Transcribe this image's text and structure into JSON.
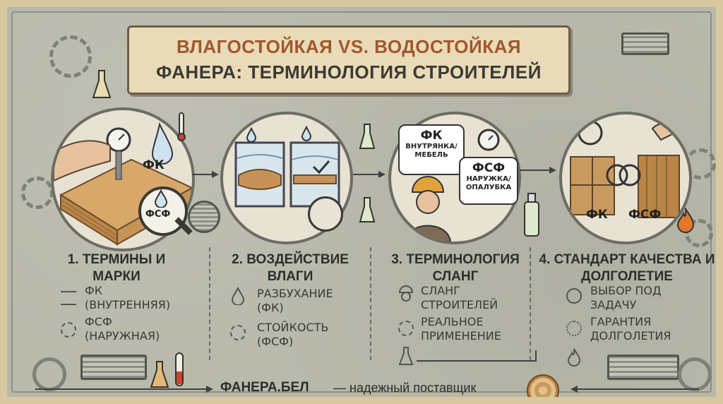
{
  "title": {
    "line1": "ВЛАГОСТОЙКАЯ VS. ВОДОСТОЙКАЯ",
    "line2": "ФАНЕРА: ТЕРМИНОЛОГИЯ СТРОИТЕЛЕЙ"
  },
  "illustrations": {
    "circle1_label_fk": "ФК",
    "circle1_label_fsf": "ФСФ",
    "circle3_fk": "ФК",
    "circle3_fk_sub": "ВНУТРЯНКА/ МЕБЕЛЬ",
    "circle3_fsf": "ФСФ",
    "circle3_fsf_sub": "НАРУЖКА/ ОПАЛУБКА",
    "circle4_fk": "ФК",
    "circle4_fsf": "ФСФ"
  },
  "sections": [
    {
      "title": "1. ТЕРМИНЫ И МАРКИ",
      "items": [
        {
          "icon": "plywood-layers-icon",
          "text": "ФК (ВНУТРЕННЯЯ)"
        },
        {
          "icon": "gear-icon",
          "text": "ФСФ (НАРУЖНАЯ)"
        }
      ]
    },
    {
      "title": "2. ВОЗДЕЙСТВИЕ ВЛАГИ",
      "items": [
        {
          "icon": "water-drop-icon",
          "text": "РАЗБУХАНИЕ (ФК)"
        },
        {
          "icon": "gear-icon",
          "text": "СТОЙКОСТЬ (ФСФ)"
        }
      ]
    },
    {
      "title": "3. ТЕРМИНОЛОГИЯ СЛАНГ",
      "items": [
        {
          "icon": "worker-icon",
          "text": "СЛАНГ СТРОИТЕЛЕЙ"
        },
        {
          "icon": "check-gear-icon",
          "text": "РЕАЛЬНОЕ ПРИМЕНЕНИЕ"
        },
        {
          "icon": "flask-icon",
          "text": ""
        }
      ]
    },
    {
      "title": "4. СТАНДАРТ КАЧЕСТВА И ДОЛГОЛЕТИЕ",
      "items": [
        {
          "icon": "knot-icon",
          "text": "ВЫБОР ПОД ЗАДАЧУ"
        },
        {
          "icon": "award-icon",
          "text": "ГАРАНТИЯ ДОЛГОЛЕТИЯ"
        },
        {
          "icon": "fire-icon",
          "text": ""
        }
      ]
    }
  ],
  "footer": {
    "brand": "ФАНЕРА.БЕЛ",
    "tagline": "— надежный поставщик"
  }
}
